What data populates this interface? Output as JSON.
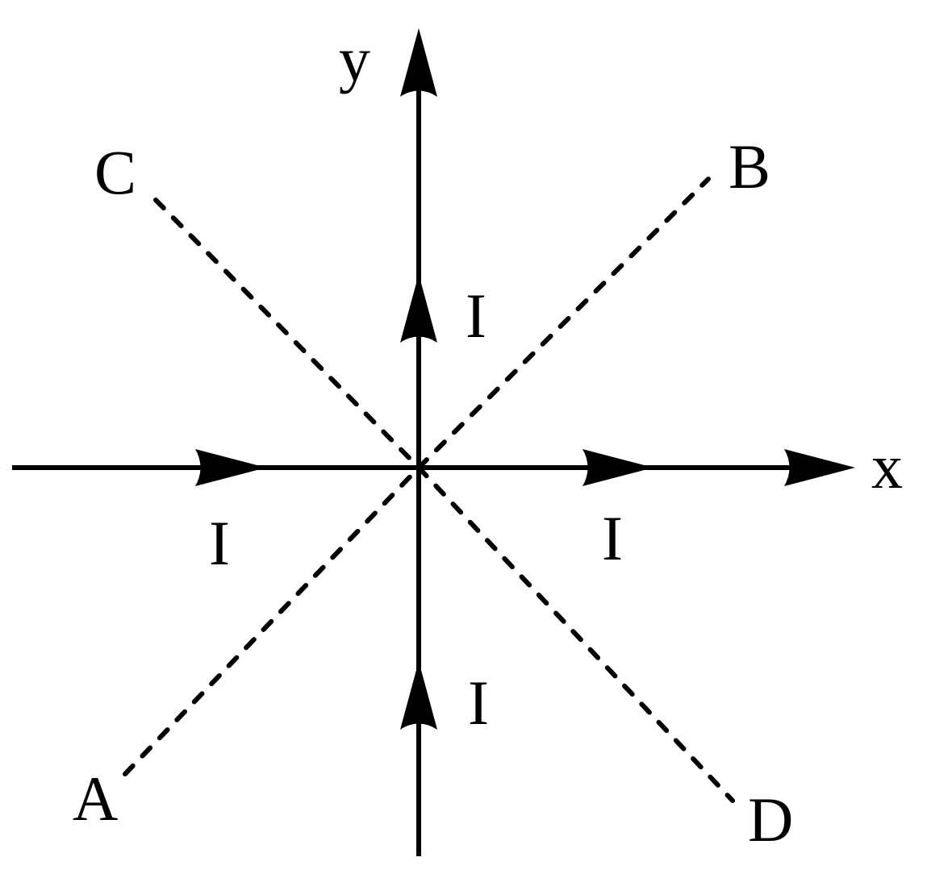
{
  "labels": {
    "y_axis": "y",
    "x_axis": "x",
    "point_a": "A",
    "point_b": "B",
    "point_c": "C",
    "point_d": "D",
    "current_top": "I",
    "current_bottom": "I",
    "current_left": "I",
    "current_right": "I"
  },
  "colors": {
    "ink": "#000000",
    "background": "#ffffff"
  }
}
